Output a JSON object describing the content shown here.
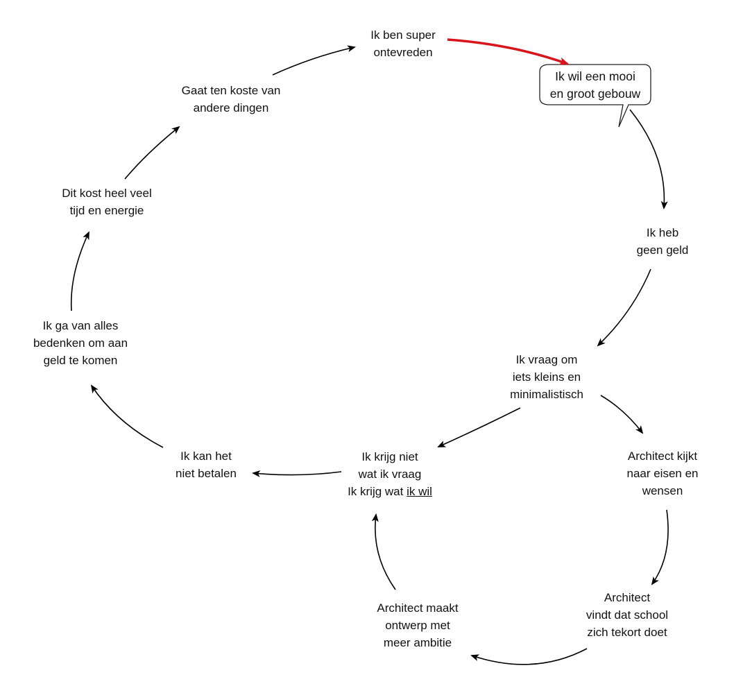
{
  "colors": {
    "text": "#111111",
    "arrow": "#000000",
    "highlight_arrow": "#d9141b",
    "bubble_border": "#222222"
  },
  "nodes": {
    "ontevreden": {
      "line1": "Ik ben super",
      "line2": "ontevreden"
    },
    "wens": {
      "line1": "Ik wil een mooi",
      "line2": "en groot gebouw"
    },
    "geen_geld": {
      "line1": "Ik heb",
      "line2": "geen geld"
    },
    "vraag": {
      "line1": "Ik vraag om",
      "line2": "iets kleins en",
      "line3": "minimalistisch"
    },
    "eisen": {
      "line1": "Architect kijkt",
      "line2": "naar eisen en",
      "line3": "wensen"
    },
    "school": {
      "line1": "Architect",
      "line2": "vindt dat school",
      "line3": "zich tekort doet"
    },
    "ontwerp": {
      "line1": "Architect maakt",
      "line2": "ontwerp met",
      "line3": "meer ambitie"
    },
    "krijg": {
      "line1": "Ik krijg niet",
      "line2": "wat ik vraag",
      "line3_prefix": "Ik krijg wat ",
      "line3_underlined": "ik wil"
    },
    "betalen": {
      "line1": "Ik kan het",
      "line2": "niet betalen"
    },
    "bedenken": {
      "line1": "Ik ga van alles",
      "line2": "bedenken om aan",
      "line3": "geld te komen"
    },
    "tijd": {
      "line1": "Dit kost heel veel",
      "line2": "tijd en energie"
    },
    "koste": {
      "line1": "Gaat ten koste van",
      "line2": "andere dingen"
    }
  }
}
